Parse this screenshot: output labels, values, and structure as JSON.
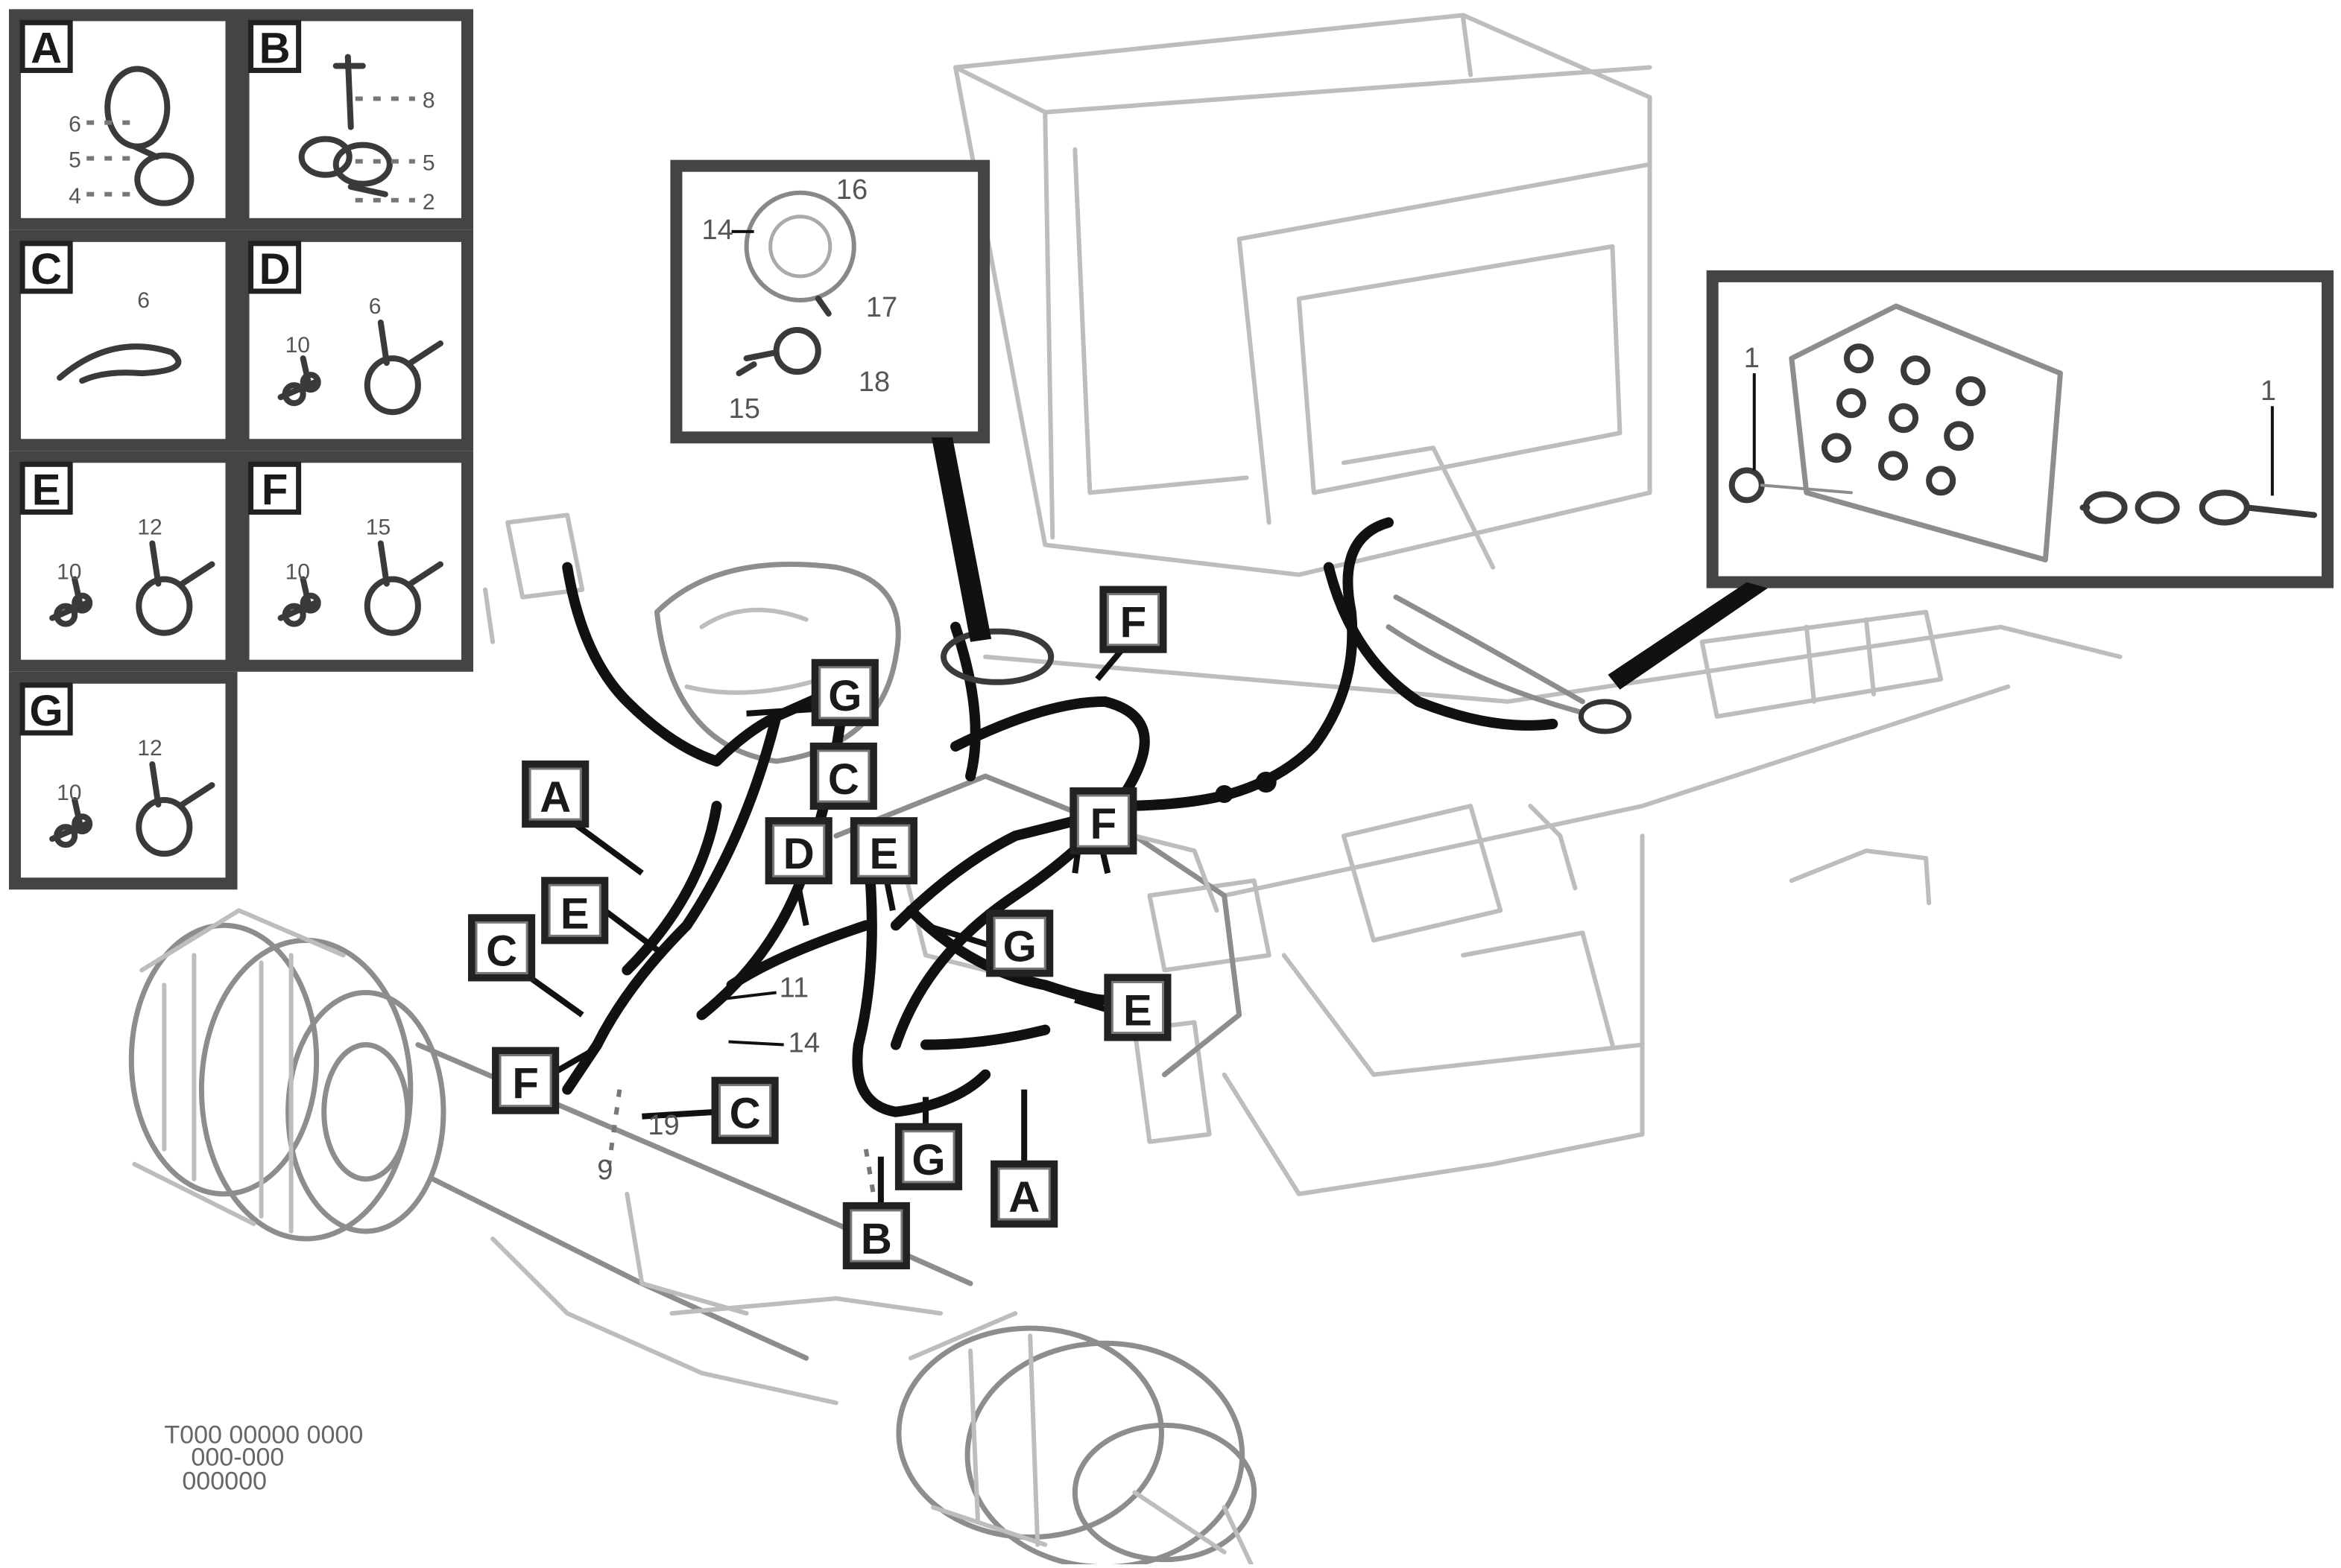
{
  "insets": [
    {
      "letter": "A",
      "nums": [
        "6",
        "5",
        "4"
      ]
    },
    {
      "letter": "B",
      "nums": [
        "8",
        "5",
        "2"
      ]
    },
    {
      "letter": "C",
      "nums": [
        "6"
      ]
    },
    {
      "letter": "D",
      "nums": [
        "10",
        "6"
      ]
    },
    {
      "letter": "E",
      "nums": [
        "10",
        "12"
      ]
    },
    {
      "letter": "F",
      "nums": [
        "10",
        "15"
      ]
    },
    {
      "letter": "G",
      "nums": [
        "10",
        "12"
      ]
    }
  ],
  "detail_top": {
    "nums": [
      "14",
      "16",
      "17",
      "18",
      "15"
    ]
  },
  "detail_right": {
    "nums": [
      "1",
      "1"
    ]
  },
  "callouts": [
    "G",
    "F",
    "C",
    "A",
    "D",
    "E",
    "F",
    "E",
    "C",
    "G",
    "E",
    "F",
    "C",
    "G",
    "A",
    "B"
  ],
  "numbers": {
    "n11": "11",
    "n14": "14",
    "n19": "19",
    "n9": "9"
  },
  "caption": {
    "line1": "T000 00000 0000",
    "line2": "000-000",
    "line3": "000000"
  }
}
